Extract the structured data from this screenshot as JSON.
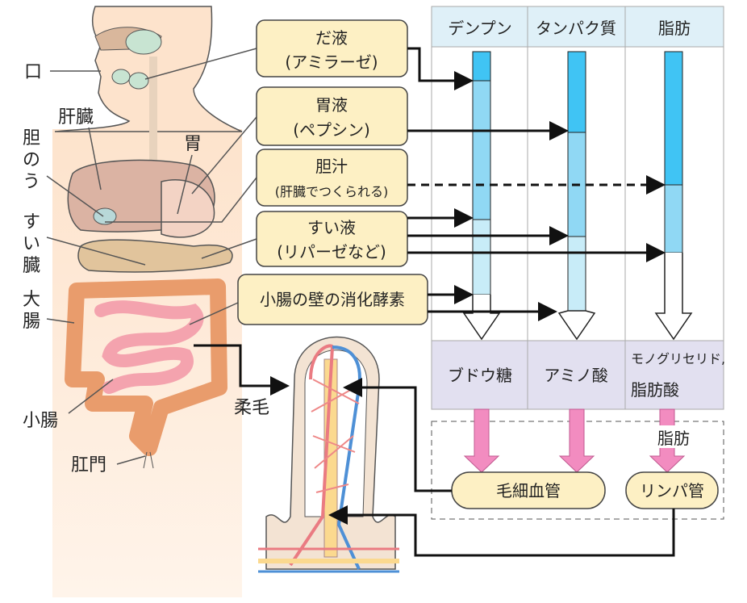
{
  "body_labels": {
    "mouth": "口",
    "liver": "肝臓",
    "gallbladder": [
      "胆",
      "の",
      "う"
    ],
    "stomach": "胃",
    "pancreas": [
      "す",
      "い",
      "臓"
    ],
    "large_intestine": [
      "大",
      "腸"
    ],
    "small_intestine": "小腸",
    "anus": "肛門",
    "villus": "柔毛"
  },
  "digestive_juices": [
    {
      "name": "だ液",
      "enzyme": "(アミラーゼ)"
    },
    {
      "name": "胃液",
      "enzyme": "(ペプシン)"
    },
    {
      "name": "胆汁",
      "enzyme": "(肝臓でつくられる)"
    },
    {
      "name": "すい液",
      "enzyme": "(リパーゼなど)"
    },
    {
      "name": "小腸の壁の消化酵素",
      "enzyme": ""
    }
  ],
  "nutrients": [
    "デンプン",
    "タンパク質",
    "脂肪"
  ],
  "products": [
    {
      "lines": [
        "ブドウ糖"
      ]
    },
    {
      "lines": [
        "アミノ酸"
      ]
    },
    {
      "lines": [
        "モノグリセリド,",
        "脂肪酸"
      ]
    }
  ],
  "fat_label": "脂肪",
  "vessels": {
    "capillary": "毛細血管",
    "lymph": "リンパ管"
  },
  "colors": {
    "header_bg": "#dff0f8",
    "product_bg": "#e2e0f0",
    "bar_dark": "#40c4f4",
    "bar_mid": "#90d8f4",
    "bar_light": "#c8ecf8",
    "box_fill": "#fdf0c4",
    "pink_arrow": "#f28cc0",
    "skin": "#fde3cc"
  }
}
